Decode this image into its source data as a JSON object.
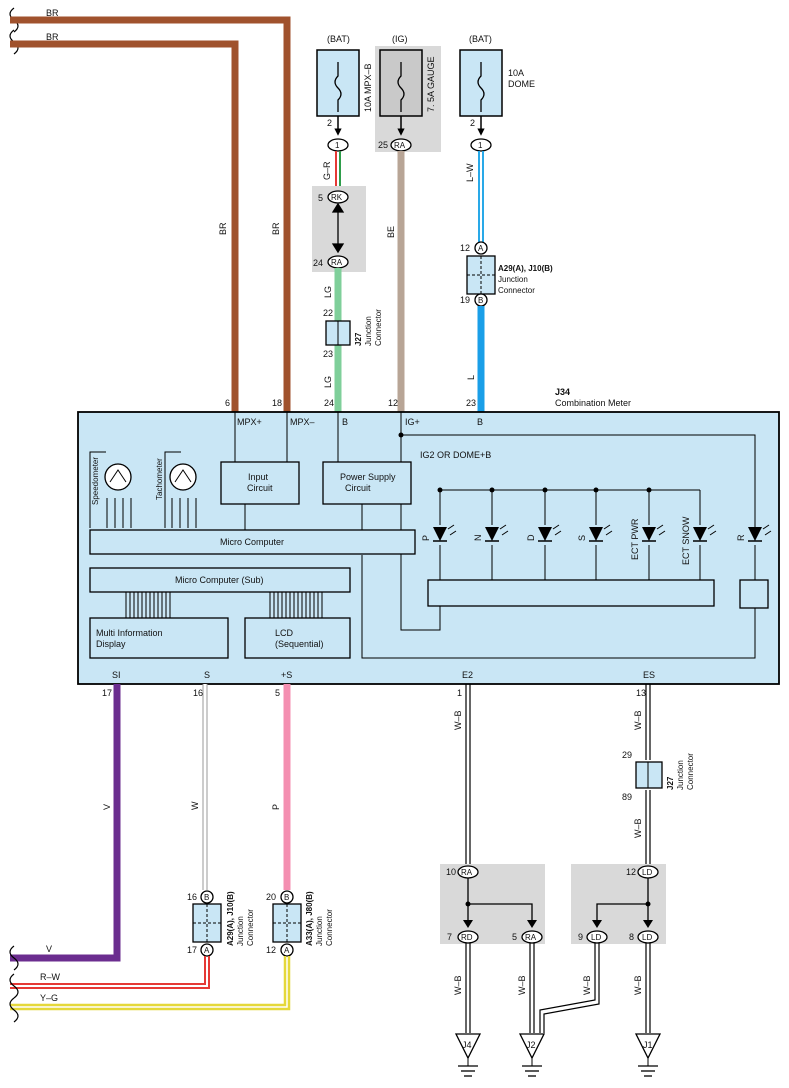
{
  "wires": {
    "br1": "BR",
    "br2": "BR",
    "br_v1": "BR",
    "br_v2": "BR",
    "gr": "G–R",
    "lg1": "LG",
    "lg2": "LG",
    "be": "BE",
    "lw": "L–W",
    "l": "L",
    "v": "V",
    "w": "W",
    "p": "P",
    "wb_e2": "W–B",
    "wb_es": "W–B",
    "wb_es2": "W–B",
    "wb_j4": "W–B",
    "wb_j2": "W–B",
    "wb_j2b": "W–B",
    "wb_j1": "W–B",
    "v_left": "V",
    "rw_left": "R–W",
    "yg_left": "Y–G"
  },
  "fuses": {
    "f1": {
      "source": "(BAT)",
      "name": "10A MPX–B",
      "pin": "2"
    },
    "f2": {
      "source": "(IG)",
      "name": "7. 5A GAUGE",
      "pin": "25"
    },
    "f3": {
      "source": "(BAT)",
      "name_a": "10A",
      "name_b": "DOME",
      "pin": "2"
    }
  },
  "connectors": {
    "c1": "1",
    "ra1": "RA",
    "c3": "1",
    "rk": "RK",
    "rk_pin": "5",
    "ra2": "RA",
    "ra2_pin": "24",
    "ja": "A",
    "ja_pin": "12",
    "jb": "B",
    "jb_pin": "19",
    "j27a_top": "22",
    "j27a_bot": "23",
    "j27b_top": "29",
    "j27b_bot": "89",
    "s_b": "B",
    "s_b_pin": "16",
    "s_a": "A",
    "s_a_pin": "17",
    "p_b": "B",
    "p_b_pin": "20",
    "p_a": "A",
    "p_a_pin": "12",
    "ra3": "RA",
    "ra3_pin": "10",
    "rd": "RD",
    "rd_pin": "7",
    "ra4": "RA",
    "ra4_pin": "5",
    "ld1": "LD",
    "ld1_pin": "12",
    "ld2": "LD",
    "ld2_pin": "9",
    "ld3": "LD",
    "ld3_pin": "8"
  },
  "junctions": {
    "j27_id": "J27",
    "j27_a": "Junction",
    "j27_b": "Connector",
    "a29_id": "A29(A), J10(B)",
    "a29_a": "Junction",
    "a29_b": "Connector",
    "s29_id": "A29(A), J10(B)",
    "s29_a": "Junction",
    "s29_b": "Connector",
    "a33_id": "A33(A), J80(B)",
    "a33_a": "Junction",
    "a33_b": "Connector",
    "j27b_id": "J27",
    "j27b_a": "Junction",
    "j27b_b": "Connector"
  },
  "meter": {
    "id": "J34",
    "name": "Combination Meter",
    "pins_top": {
      "p6": "6",
      "p18": "18",
      "p24": "24",
      "p12": "12",
      "p23": "23"
    },
    "labels_top": {
      "mpxp": "MPX+",
      "mpxm": "MPX–",
      "b1": "B",
      "igp": "IG+",
      "b2": "B"
    },
    "pins_bot": {
      "p17": "17",
      "p16": "16",
      "p5": "5",
      "p1": "1",
      "p13": "13"
    },
    "labels_bot": {
      "si": "SI",
      "s": "S",
      "ps": "+S",
      "e2": "E2",
      "es": "ES"
    },
    "speedometer": "Speedometer",
    "tachometer": "Tachometer",
    "input_a": "Input",
    "input_b": "Circuit",
    "power_a": "Power Supply",
    "power_b": "Circuit",
    "ig2": "IG2 OR DOME+B",
    "micro": "Micro Computer",
    "micro_sub": "Micro Computer (Sub)",
    "mid_a": "Multi Information",
    "mid_b": "Display",
    "lcd_a": "LCD",
    "lcd_b": "(Sequential)",
    "leds": [
      "P",
      "N",
      "D",
      "S",
      "ECT PWR",
      "ECT SNOW",
      "R"
    ]
  },
  "grounds": {
    "j4": "J4",
    "j2": "J2",
    "j1": "J1"
  }
}
